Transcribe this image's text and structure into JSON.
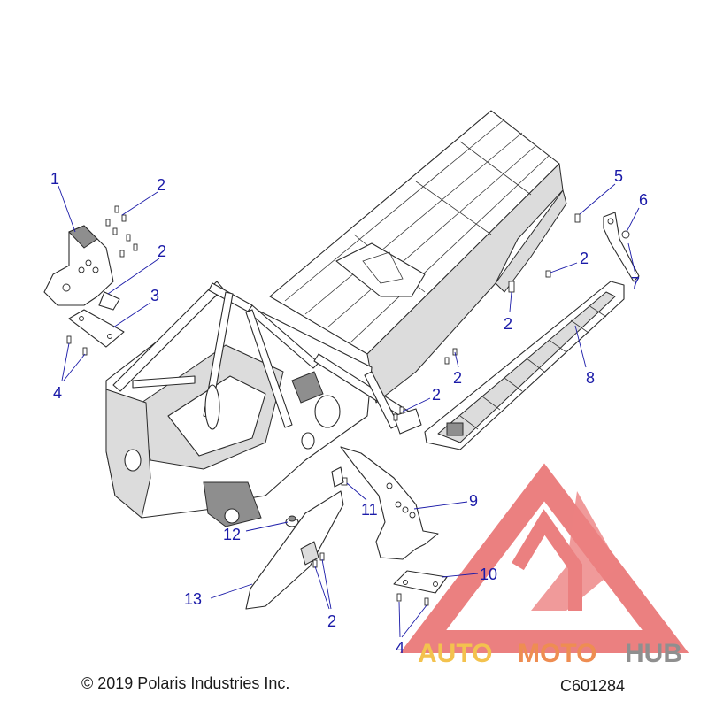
{
  "callouts": [
    {
      "id": "c1",
      "text": "1"
    },
    {
      "id": "c2a",
      "text": "2"
    },
    {
      "id": "c2b",
      "text": "2"
    },
    {
      "id": "c3",
      "text": "3"
    },
    {
      "id": "c4a",
      "text": "4"
    },
    {
      "id": "c5",
      "text": "5"
    },
    {
      "id": "c6",
      "text": "6"
    },
    {
      "id": "c7",
      "text": "7"
    },
    {
      "id": "c2c",
      "text": "2"
    },
    {
      "id": "c2d",
      "text": "2"
    },
    {
      "id": "c8",
      "text": "8"
    },
    {
      "id": "c2e",
      "text": "2"
    },
    {
      "id": "c2f",
      "text": "2"
    },
    {
      "id": "c9",
      "text": "9"
    },
    {
      "id": "c11",
      "text": "11"
    },
    {
      "id": "c12",
      "text": "12"
    },
    {
      "id": "c10",
      "text": "10"
    },
    {
      "id": "c13",
      "text": "13"
    },
    {
      "id": "c2g",
      "text": "2"
    },
    {
      "id": "c4b",
      "text": "4"
    }
  ],
  "copyright": "© 2019 Polaris Industries Inc.",
  "drawing_number": "C601284",
  "watermark": {
    "brand_part1": "AUTO",
    "brand_part2": "MOTO",
    "brand_part3": "HUB",
    "color_logo": "#e86a6a",
    "color_yellow": "#f3c24e",
    "color_orange": "#ee8d52",
    "color_gray": "#8f8f8f"
  },
  "colors": {
    "callout": "#1a1aa8",
    "line": "#2b2b2b"
  }
}
